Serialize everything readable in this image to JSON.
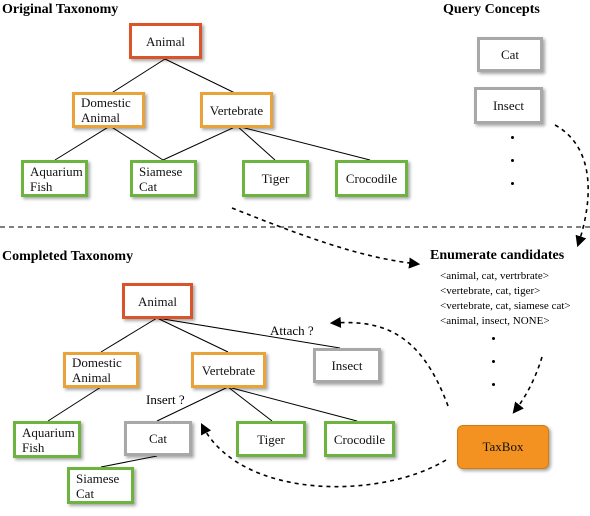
{
  "headings": {
    "original": "Original Taxonomy",
    "query": "Query Concepts",
    "completed": "Completed Taxonomy",
    "enumerate": "Enumerate candidates"
  },
  "original_tree": {
    "animal": "Animal",
    "domestic_animal": "Domestic\nAnimal",
    "vertebrate": "Vertebrate",
    "aquarium_fish": "Aquarium\nFish",
    "siamese_cat": "Siamese\nCat",
    "tiger": "Tiger",
    "crocodile": "Crocodile"
  },
  "query_concepts": {
    "cat": "Cat",
    "insect": "Insect"
  },
  "candidates": [
    "<animal, cat, vertrbrate>",
    "<vertebrate, cat, tiger>",
    "<vertebrate, cat, siamese cat>",
    "<animal, insect, NONE>"
  ],
  "model": "TaxBox",
  "completed_tree": {
    "animal": "Animal",
    "domestic_animal": "Domestic\nAnimal",
    "vertebrate": "Vertebrate",
    "insect": "Insect",
    "aquarium_fish": "Aquarium\nFish",
    "cat": "Cat",
    "tiger": "Tiger",
    "crocodile": "Crocodile",
    "siamese_cat": "Siamese\nCat"
  },
  "labels": {
    "attach": "Attach ?",
    "insert": "Insert ?"
  },
  "colors": {
    "root_border": "#d9532b",
    "internal_border": "#e8a33a",
    "leaf_border": "#6db33f",
    "query_border": "#a8a8a8",
    "model_fill": "#f39220"
  }
}
